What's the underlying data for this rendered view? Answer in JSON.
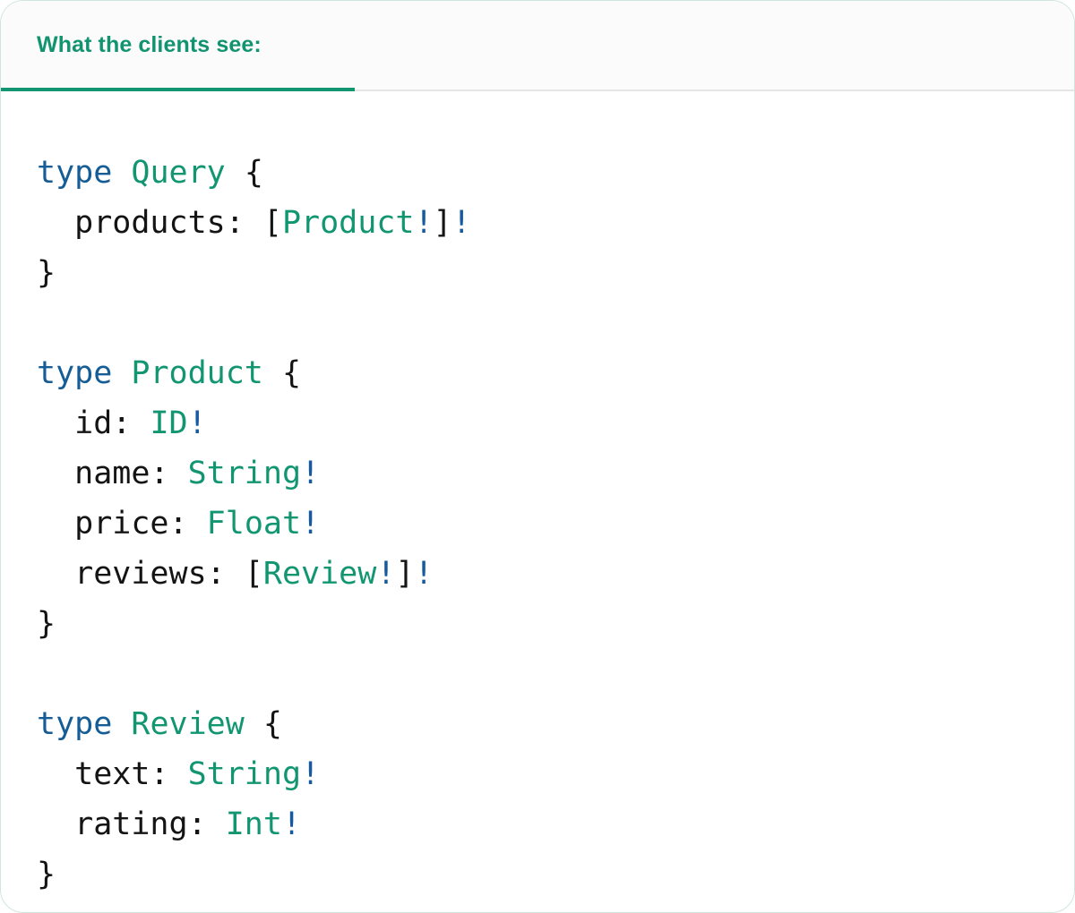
{
  "card": {
    "border_color": "#cfe6da",
    "background": "#ffffff"
  },
  "header": {
    "tab_label": "What the clients see:",
    "accent_color": "#11936f",
    "underline_color": "#119671",
    "background": "#fbfbfb",
    "divider_color": "#e6e6e6"
  },
  "colors": {
    "keyword": "#165d96",
    "type_name": "#119671",
    "field_name": "#141414",
    "punctuation": "#141414",
    "non_null_bang": "#1559a0"
  },
  "code": {
    "language": "graphql",
    "raw": "type Query {\n  products: [Product!]!\n}\n\ntype Product {\n  id: ID!\n  name: String!\n  price: Float!\n  reviews: [Review!]!\n}\n\ntype Review {\n  text: String!\n  rating: Int!\n}",
    "lines": [
      {
        "tokens": [
          {
            "t": "type",
            "k": "kw"
          },
          {
            "t": " ",
            "k": "punct"
          },
          {
            "t": "Query",
            "k": "type"
          },
          {
            "t": " ",
            "k": "punct"
          },
          {
            "t": "{",
            "k": "punct"
          }
        ]
      },
      {
        "tokens": [
          {
            "t": "  products",
            "k": "field"
          },
          {
            "t": ": ",
            "k": "punct"
          },
          {
            "t": "[",
            "k": "punct"
          },
          {
            "t": "Product",
            "k": "type"
          },
          {
            "t": "!",
            "k": "bang"
          },
          {
            "t": "]",
            "k": "punct"
          },
          {
            "t": "!",
            "k": "bang"
          }
        ]
      },
      {
        "tokens": [
          {
            "t": "}",
            "k": "punct"
          }
        ]
      },
      {
        "tokens": []
      },
      {
        "tokens": [
          {
            "t": "type",
            "k": "kw"
          },
          {
            "t": " ",
            "k": "punct"
          },
          {
            "t": "Product",
            "k": "type"
          },
          {
            "t": " ",
            "k": "punct"
          },
          {
            "t": "{",
            "k": "punct"
          }
        ]
      },
      {
        "tokens": [
          {
            "t": "  id",
            "k": "field"
          },
          {
            "t": ": ",
            "k": "punct"
          },
          {
            "t": "ID",
            "k": "type"
          },
          {
            "t": "!",
            "k": "bang"
          }
        ]
      },
      {
        "tokens": [
          {
            "t": "  name",
            "k": "field"
          },
          {
            "t": ": ",
            "k": "punct"
          },
          {
            "t": "String",
            "k": "type"
          },
          {
            "t": "!",
            "k": "bang"
          }
        ]
      },
      {
        "tokens": [
          {
            "t": "  price",
            "k": "field"
          },
          {
            "t": ": ",
            "k": "punct"
          },
          {
            "t": "Float",
            "k": "type"
          },
          {
            "t": "!",
            "k": "bang"
          }
        ]
      },
      {
        "tokens": [
          {
            "t": "  reviews",
            "k": "field"
          },
          {
            "t": ": ",
            "k": "punct"
          },
          {
            "t": "[",
            "k": "punct"
          },
          {
            "t": "Review",
            "k": "type"
          },
          {
            "t": "!",
            "k": "bang"
          },
          {
            "t": "]",
            "k": "punct"
          },
          {
            "t": "!",
            "k": "bang"
          }
        ]
      },
      {
        "tokens": [
          {
            "t": "}",
            "k": "punct"
          }
        ]
      },
      {
        "tokens": []
      },
      {
        "tokens": [
          {
            "t": "type",
            "k": "kw"
          },
          {
            "t": " ",
            "k": "punct"
          },
          {
            "t": "Review",
            "k": "type"
          },
          {
            "t": " ",
            "k": "punct"
          },
          {
            "t": "{",
            "k": "punct"
          }
        ]
      },
      {
        "tokens": [
          {
            "t": "  text",
            "k": "field"
          },
          {
            "t": ": ",
            "k": "punct"
          },
          {
            "t": "String",
            "k": "type"
          },
          {
            "t": "!",
            "k": "bang"
          }
        ]
      },
      {
        "tokens": [
          {
            "t": "  rating",
            "k": "field"
          },
          {
            "t": ": ",
            "k": "punct"
          },
          {
            "t": "Int",
            "k": "type"
          },
          {
            "t": "!",
            "k": "bang"
          }
        ]
      },
      {
        "tokens": [
          {
            "t": "}",
            "k": "punct"
          }
        ]
      }
    ]
  }
}
